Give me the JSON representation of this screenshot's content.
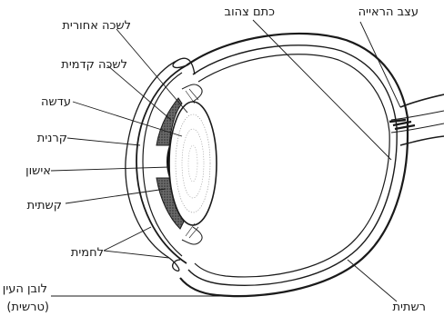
{
  "labels": {
    "posterior_chamber": "לשכה אחורית",
    "anterior_chamber": "לשכה קדמית",
    "lens": "עדשה",
    "cornea": "קרנית",
    "pupil": "אישון",
    "iris": "קשתית",
    "conjunctiva": "לחמית",
    "sclera_line1": "לובן העין",
    "sclera_line2": "(טרשית)",
    "macula": "כתם צהוב",
    "optic_nerve": "עצב הראייה",
    "retina": "רשתית"
  },
  "colors": {
    "ink": "#1a1a1a",
    "iris_fill": "#555555",
    "pupil_fill": "#111111",
    "background": "#ffffff"
  }
}
